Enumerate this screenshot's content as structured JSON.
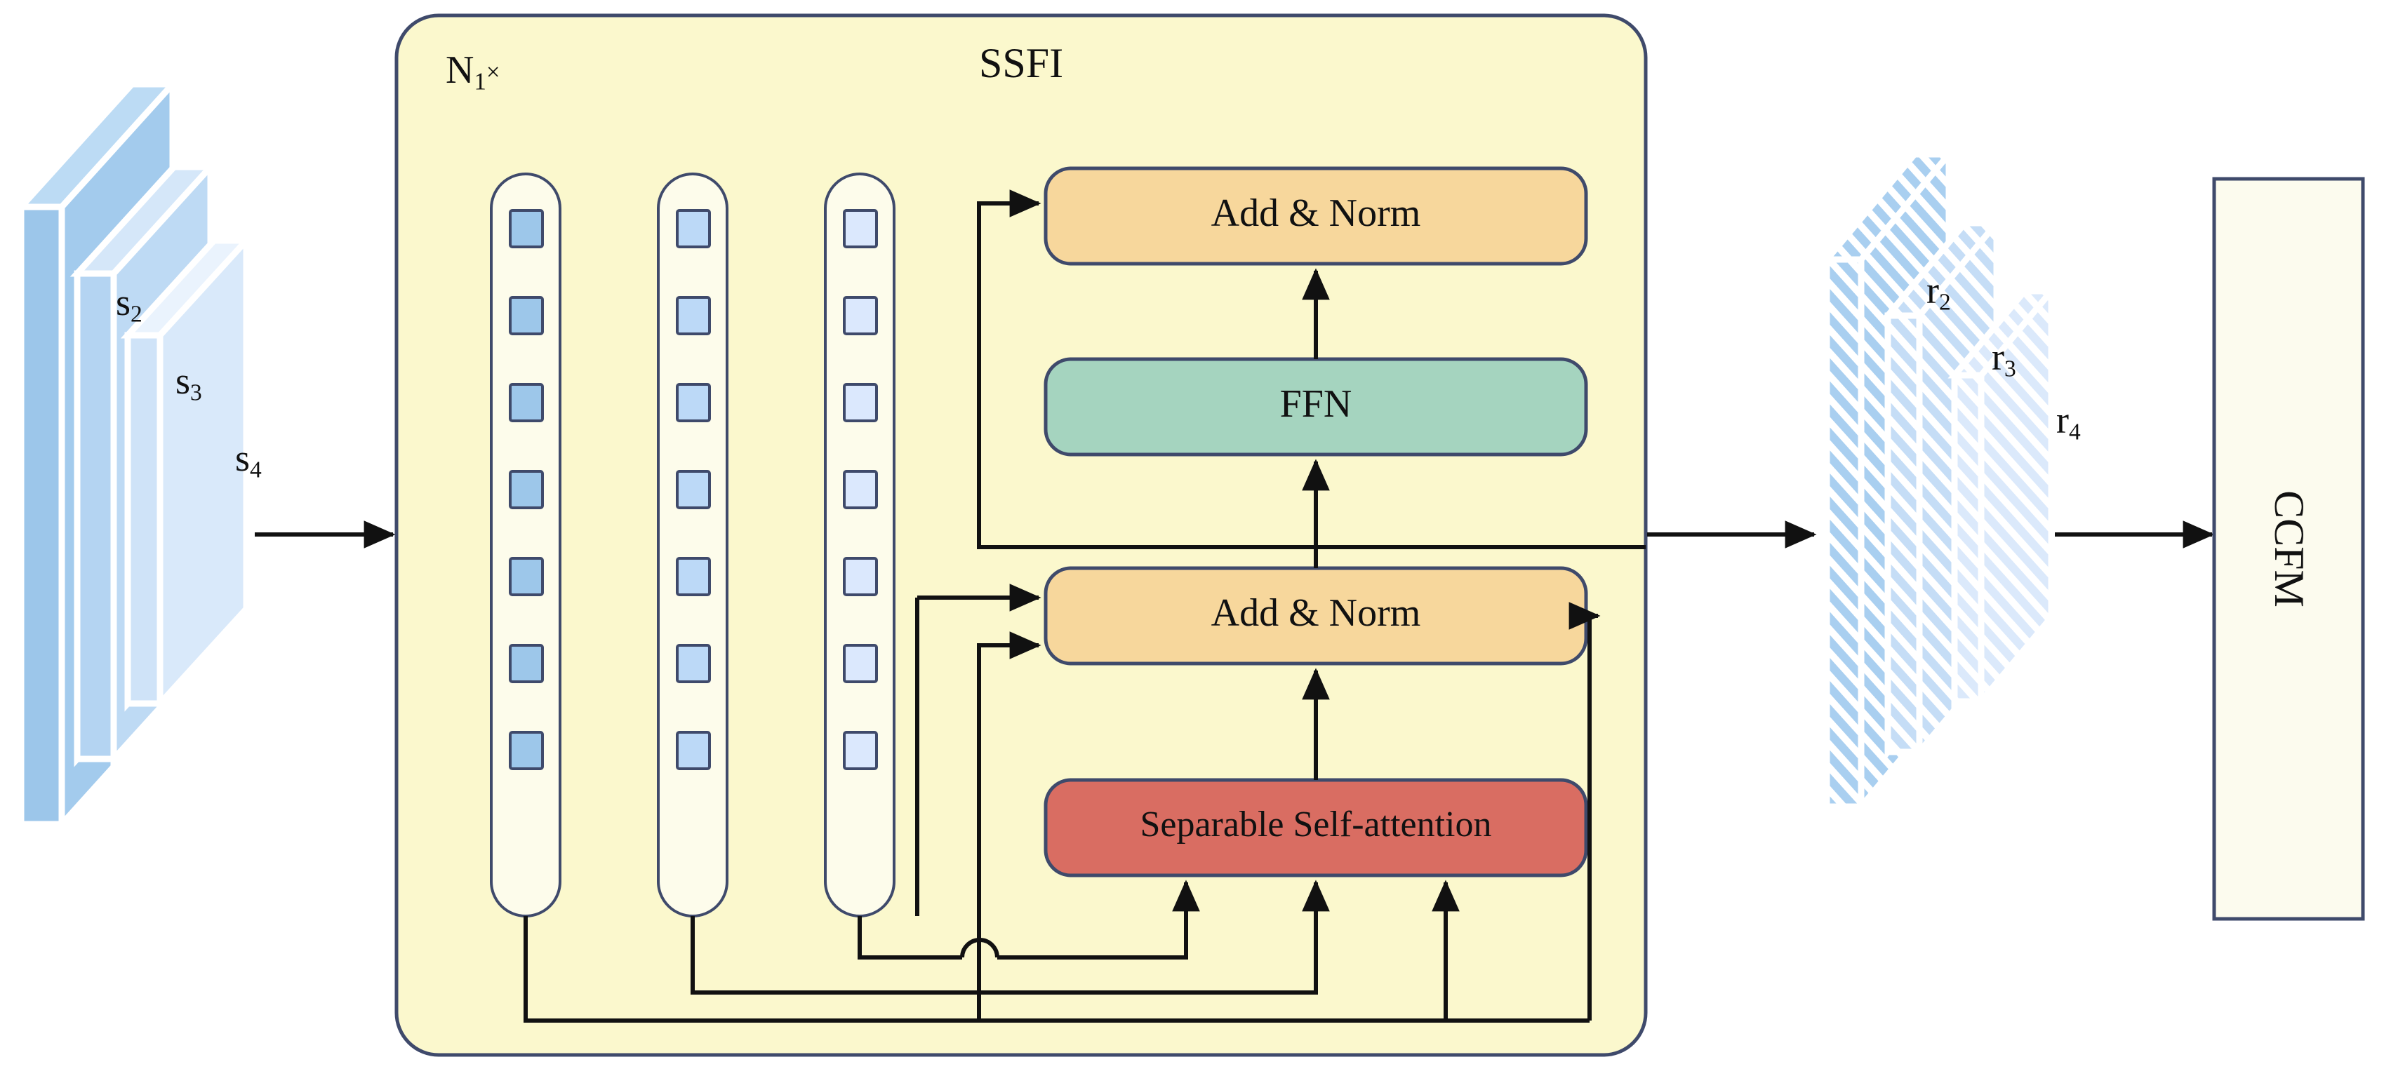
{
  "diagram": {
    "title": "SSFI",
    "type": "neural-network-architecture-block-diagram"
  },
  "panel": {
    "title": "SSFI",
    "repeat_label_base": "N",
    "repeat_label_sub": "1",
    "repeat_label_sup": "×",
    "fill": "#fbf8cd",
    "stroke": "#3f4a6b"
  },
  "input_stack": {
    "name": "multi-scale-input-features",
    "planes": [
      {
        "label_base": "s",
        "label_sub": "2",
        "fill": "#abd0ef",
        "side": "#9cc6ea"
      },
      {
        "label_base": "s",
        "label_sub": "3",
        "fill": "#c6def6",
        "side": "#b4d4f2"
      },
      {
        "label_base": "s",
        "label_sub": "4",
        "fill": "#dfecfb",
        "side": "#cfe3f8"
      }
    ]
  },
  "output_stack": {
    "name": "multi-scale-output-features",
    "planes": [
      {
        "label_base": "r",
        "label_sub": "2",
        "fill": "#a9cff0",
        "side": "#9cc6ea"
      },
      {
        "label_base": "r",
        "label_sub": "3",
        "fill": "#c5ddf6",
        "side": "#b4d4f2"
      },
      {
        "label_base": "r",
        "label_sub": "4",
        "fill": "#e0ecfb",
        "side": "#cfe3f8"
      }
    ],
    "hatched": true
  },
  "token_columns": [
    {
      "name": "token-column-s2",
      "square_fill": "#9dc7ea",
      "square_stroke": "#3f4a6b",
      "count": 7
    },
    {
      "name": "token-column-s3",
      "square_fill": "#bcd9f7",
      "square_stroke": "#3f4a6b",
      "count": 7
    },
    {
      "name": "token-column-s4",
      "square_fill": "#dbe8fd",
      "square_stroke": "#3f4a6b",
      "count": 7
    }
  ],
  "blocks": {
    "add_norm_top": {
      "label": "Add & Norm",
      "fill": "#f7d79c",
      "stroke": "#3f4a6b"
    },
    "ffn": {
      "label": "FFN",
      "fill": "#a5d4bf",
      "stroke": "#3f4a6b"
    },
    "add_norm_bottom": {
      "label": "Add & Norm",
      "fill": "#f7d79c",
      "stroke": "#3f4a6b"
    },
    "attention": {
      "label": "Separable Self-attention",
      "fill": "#d96d62",
      "stroke": "#3f4a6b"
    }
  },
  "ccfm": {
    "label": "CCFM",
    "fill": "#fcfbee",
    "stroke": "#3f4a6b"
  },
  "colors": {
    "line": "#111111",
    "panel_fill": "#fbf8cd",
    "panel_stroke": "#3f4a6b",
    "column_fill": "#fdfceb",
    "background": "#ffffff"
  }
}
